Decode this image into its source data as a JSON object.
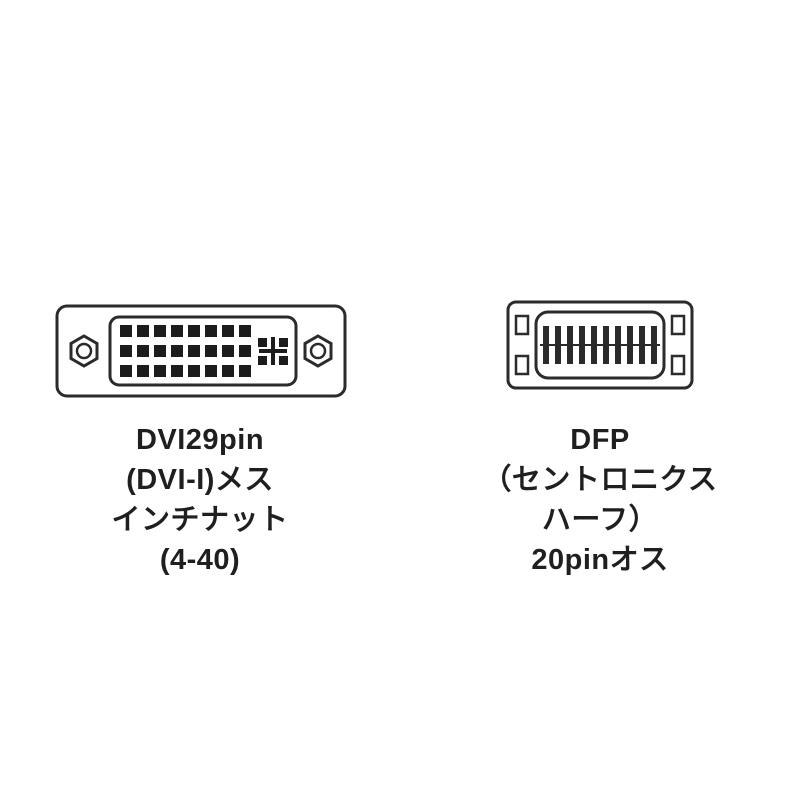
{
  "page": {
    "background_color": "#ffffff",
    "line_color": "#2b2b2b",
    "text_color": "#1f1f1f"
  },
  "connectors": [
    {
      "id": "dvi",
      "label_lines": [
        "DVI29pin",
        "(DVI-I)メス",
        "インチナット",
        "(4-40)"
      ],
      "pin_grid": {
        "rows": 3,
        "cols": 8
      },
      "analog_pins": 4,
      "has_cross_blade": true,
      "hex_nuts": 2
    },
    {
      "id": "dfp",
      "label_lines": [
        "DFP",
        "（セントロニクス",
        "ハーフ）",
        "20pinオス"
      ],
      "pin_rows": 2,
      "pins_per_row": 10,
      "side_latches": 2
    }
  ]
}
